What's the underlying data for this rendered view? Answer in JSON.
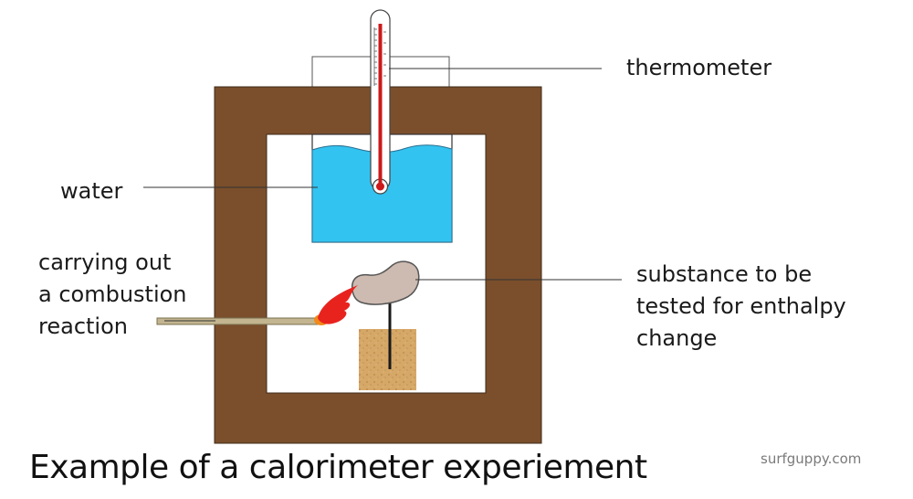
{
  "labels": {
    "thermometer": "thermometer",
    "water": "water",
    "combustion": [
      "carrying out",
      "a combustion",
      "reaction"
    ],
    "substance": [
      "substance to be",
      "tested for enthalpy",
      "change"
    ]
  },
  "caption": "Example of a calorimeter experiement",
  "watermark": "surfguppy.com",
  "colors": {
    "box_wood": "#7b4f2c",
    "water": "#33c3f0",
    "mercury": "#cc1a1a",
    "flame": "#e8231e",
    "flame_core": "#f08a1a",
    "substance": "#cdbab0",
    "stand_block": "#d5a665",
    "match_stick": "#c3b58f"
  }
}
